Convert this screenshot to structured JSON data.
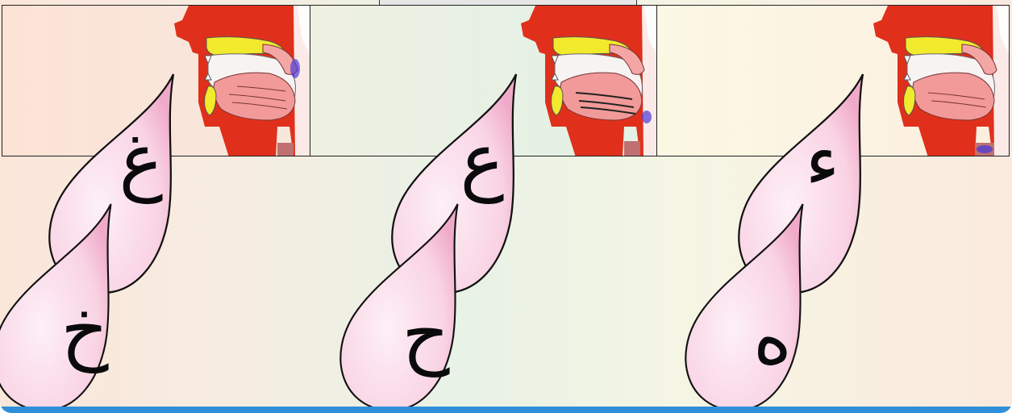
{
  "letters": {
    "col1_top": "غ",
    "col1_bottom": "خ",
    "col2_top": "ع",
    "col2_bottom": "ح",
    "col3_top": "ء",
    "col3_bottom": "ه"
  },
  "colors": {
    "drop_fill": "#f9cfe2",
    "frame_accent": "#2f8fd8",
    "anatomy_red": "#e0301b",
    "anatomy_yellow": "#f2ea2c",
    "tongue_pink": "#f19a99"
  },
  "illustrations": [
    "mouth-throat-diagram-icon",
    "mouth-throat-diagram-icon",
    "mouth-throat-diagram-icon"
  ]
}
